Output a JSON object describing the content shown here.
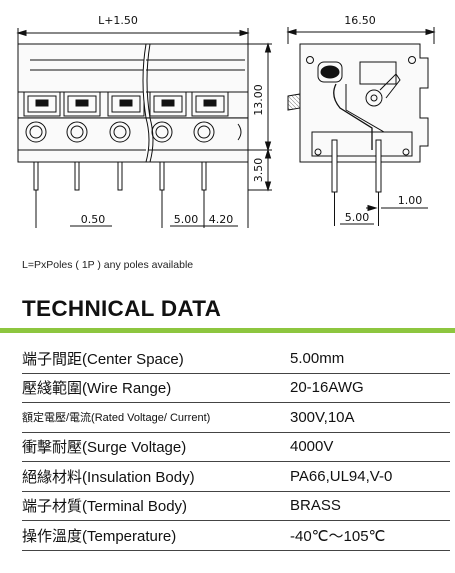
{
  "drawing": {
    "dim_width_front": "L+1.50",
    "dim_width_side": "16.50",
    "dim_height_body": "13.00",
    "dim_pin_length": "3.50",
    "dim_edge_offset": "0.50",
    "dim_pitch": "5.00",
    "dim_pin_offset": "4.20",
    "dim_side_pitch": "5.00",
    "dim_pin_diameter": "1.00"
  },
  "note": "L=PxPoles ( 1P ) any poles available",
  "title": "TECHNICAL DATA",
  "accent_color": "#8dc63f",
  "specs": [
    {
      "label": "端子間距(Center Space)",
      "value": "5.00mm"
    },
    {
      "label": "壓綫範圍(Wire Range)",
      "value": "20-16AWG"
    },
    {
      "label": "額定電壓/電流(Rated Voltage/ Current)",
      "value": "300V,10A"
    },
    {
      "label": "衝擊耐壓(Surge Voltage)",
      "value": "4000V"
    },
    {
      "label": "絕緣材料(Insulation Body)",
      "value": "PA66,UL94,V-0"
    },
    {
      "label": "端子材質(Terminal Body)",
      "value": "BRASS"
    },
    {
      "label": "操作溫度(Temperature)",
      "value": "-40℃～105℃"
    }
  ]
}
